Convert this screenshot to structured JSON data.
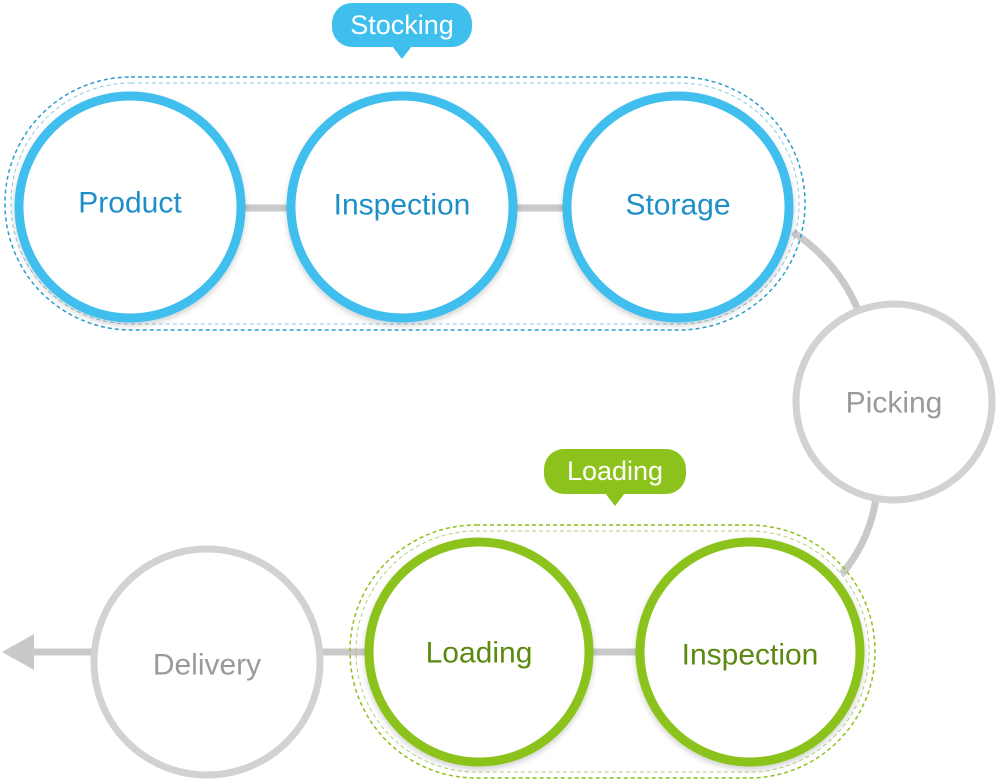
{
  "colors": {
    "blue": "#3fbfee",
    "blue_text": "#1f8fc7",
    "green": "#8cc21c",
    "green_text": "#5a8a10",
    "gray": "#cfcfcf",
    "gray_text": "#9a9a9a",
    "connector": "#c9c9c9"
  },
  "groups": {
    "stocking": {
      "badge": "Stocking",
      "nodes": [
        "Product",
        "Inspection",
        "Storage"
      ]
    },
    "loading": {
      "badge": "Loading",
      "nodes": [
        "Loading",
        "Inspection"
      ]
    }
  },
  "standalone": {
    "picking": "Picking",
    "delivery": "Delivery"
  },
  "icons": {
    "exit": "arrow-left-icon"
  }
}
